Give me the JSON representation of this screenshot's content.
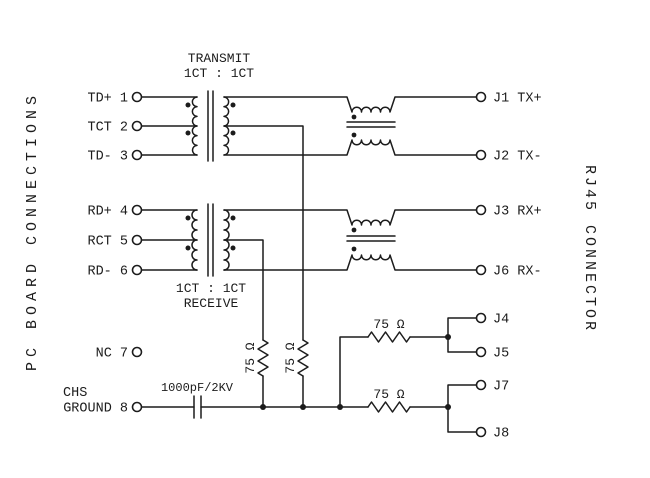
{
  "left_title": "PC BOARD CONNECTIONS",
  "right_title": "RJ45 CONNECTOR",
  "transformers": {
    "transmit_name": "TRANSMIT",
    "transmit_ratio": "1CT : 1CT",
    "receive_ratio": "1CT : 1CT",
    "receive_name": "RECEIVE"
  },
  "pins": {
    "p1": "TD+ 1",
    "p2": "TCT 2",
    "p3": "TD- 3",
    "p4": "RD+ 4",
    "p5": "RCT 5",
    "p6": "RD- 6",
    "p7": "NC 7",
    "p8_line1": "CHS",
    "p8_line2": "GROUND 8"
  },
  "jacks": {
    "j1": "J1 TX+",
    "j2": "J2 TX-",
    "j3": "J3 RX+",
    "j6": "J6 RX-",
    "j4": "J4",
    "j5": "J5",
    "j7": "J7",
    "j8": "J8"
  },
  "components": {
    "r1": "75 Ω",
    "r2": "75 Ω",
    "r3": "75 Ω",
    "r4": "75 Ω",
    "capacitor": "1000pF/2KV"
  },
  "colors": {
    "stroke": "#1c1c1c",
    "background": "#ffffff"
  }
}
